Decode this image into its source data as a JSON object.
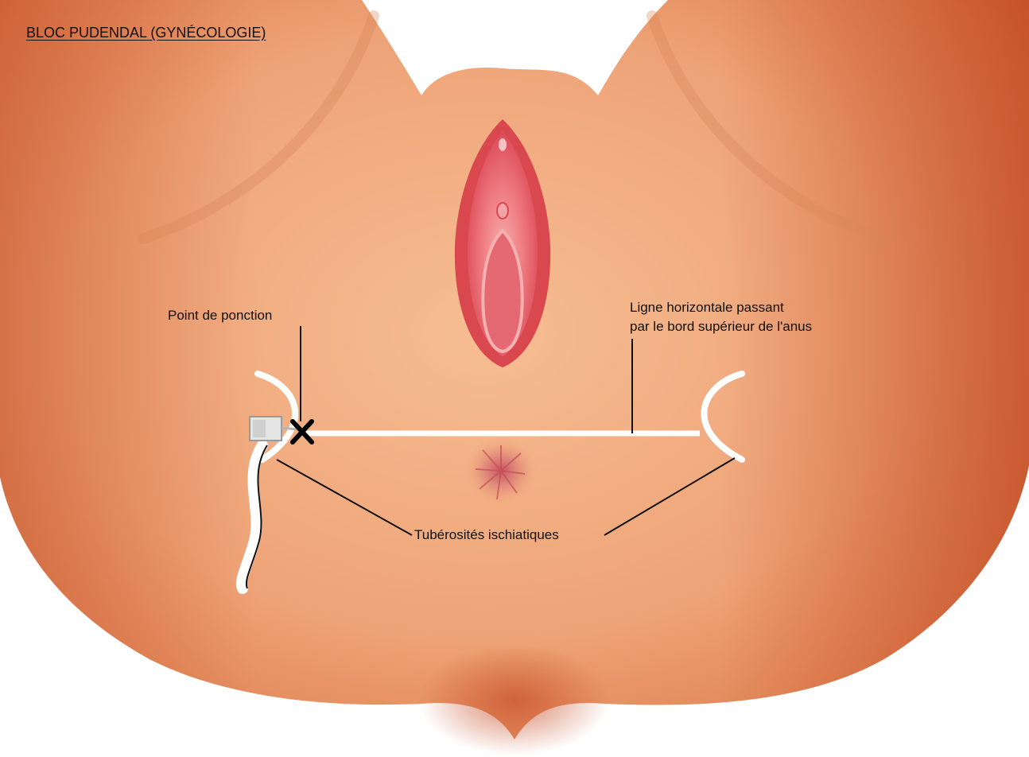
{
  "title": "BLOC PUDENDAL (GYNÉCOLOGIE)",
  "labels": {
    "puncture_point": "Point de ponction",
    "horizontal_line_1": "Ligne horizontale passant",
    "horizontal_line_2": "par le bord supérieur de l'anus",
    "ischial_tuberosities": "Tubérosités ischiatiques"
  },
  "colors": {
    "skin_light": "#f3b286",
    "skin_mid": "#e59b6c",
    "skin_shadow": "#c8552b",
    "mucosa": "#e85a66",
    "mucosa_light": "#f7a0a6",
    "guide_line": "#ffffff",
    "leader_line": "#111111"
  }
}
